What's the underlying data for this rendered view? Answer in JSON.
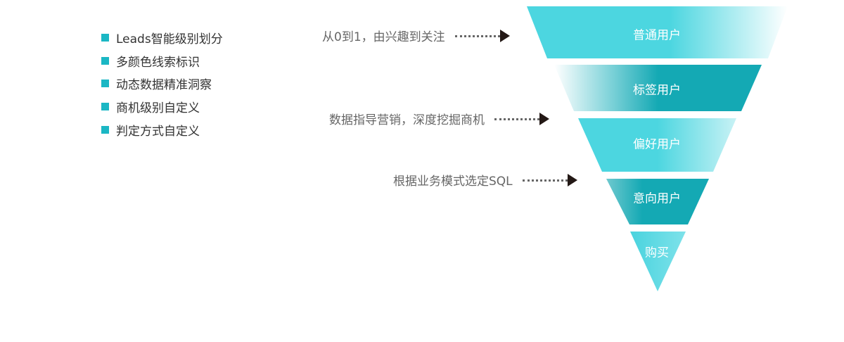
{
  "features": [
    "Leads智能级别划分",
    "多颜色线索标识",
    "动态数据精准洞察",
    "商机级别自定义",
    "判定方式自定义"
  ],
  "annotations": [
    "从0到1，由兴趣到关注",
    "数据指导营销，深度挖掘商机",
    "根据业务模式选定SQL"
  ],
  "funnel_levels": [
    "普通用户",
    "标签用户",
    "偏好用户",
    "意向用户",
    "购买"
  ],
  "colors": {
    "bullet": "#1bb7c4",
    "teal_light": "#4cd6e0",
    "teal_dark": "#14a9b4",
    "fade": "#ffffff",
    "arrow_head": "#231815"
  }
}
